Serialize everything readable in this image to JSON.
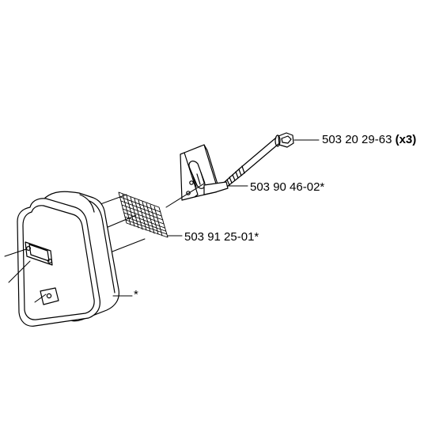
{
  "labels": {
    "bolt_part_number": "503 20 29-63",
    "bolt_quantity": "(x3)",
    "plate_part_number": "503 90 46-02*",
    "screen_part_number": "503 91 25-01*",
    "muffler_note": "*"
  }
}
